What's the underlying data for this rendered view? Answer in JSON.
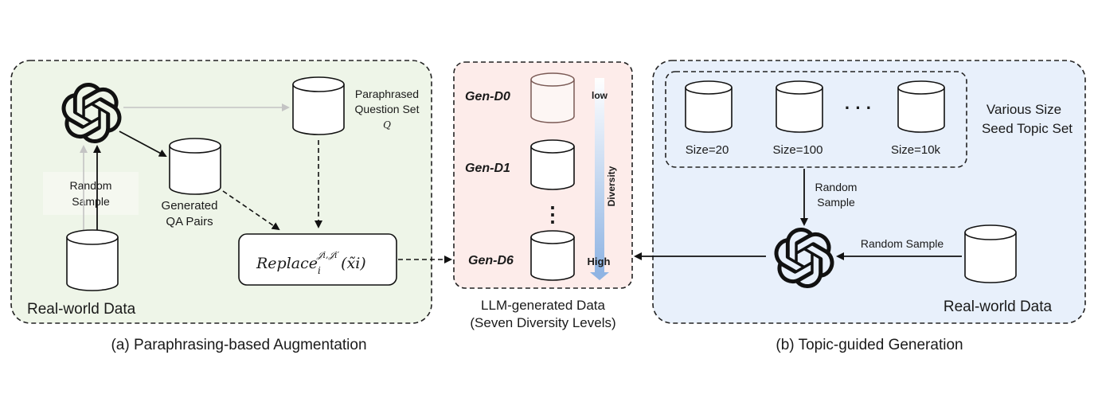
{
  "left_panel": {
    "caption": "(a) Paraphrasing-based Augmentation",
    "real_world_label": "Real-world Data",
    "random_sample_line1": "Random",
    "random_sample_line2": "Sample",
    "generated_line1": "Generated",
    "generated_line2": "QA Pairs",
    "paraphrased_line1": "Paraphrased",
    "paraphrased_line2": "Question Set",
    "paraphrased_symbol": "Q",
    "replace_base": "Replace",
    "replace_sub": "i",
    "replace_sup": "𝒥i,𝒥i′",
    "replace_arg": "(x̃i)"
  },
  "middle_panel": {
    "caption_line1": "LLM-generated Data",
    "caption_line2": "(Seven Diversity Levels)",
    "levels": [
      "Gen-D0",
      "Gen-D1",
      "Gen-D6"
    ],
    "ellipsis": "⋮",
    "diversity_low": "low",
    "diversity_high": "High",
    "diversity_axis": "Diversity"
  },
  "right_panel": {
    "caption": "(b) Topic-guided Generation",
    "seed_set_line1": "Various Size",
    "seed_set_line2": "Seed Topic Set",
    "sizes": [
      "Size=20",
      "Size=100",
      "Size=10k"
    ],
    "dots": "· · ·",
    "random_sample_line1": "Random",
    "random_sample_line2": "Sample",
    "random_sample_inline": "Random Sample",
    "real_world_label": "Real-world Data"
  },
  "colors": {
    "left_bg": "#eef5e8",
    "middle_bg": "#fdecea",
    "right_bg": "#e8f0fb"
  }
}
